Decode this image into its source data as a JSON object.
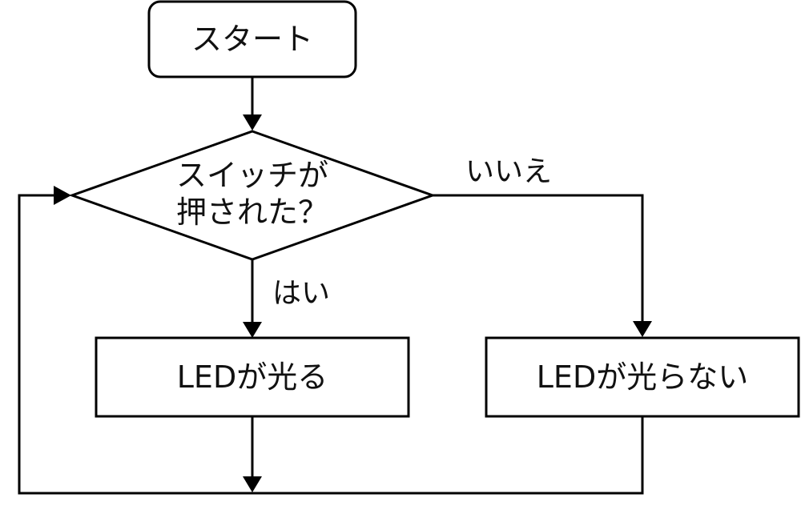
{
  "flowchart": {
    "start": {
      "label": "スタート"
    },
    "decision": {
      "line1": "スイッチが",
      "line2": "押された？"
    },
    "process_yes": {
      "label": "LEDが光る"
    },
    "process_no": {
      "label": "LEDが光らない"
    },
    "edge_labels": {
      "yes": "はい",
      "no": "いいえ"
    }
  }
}
